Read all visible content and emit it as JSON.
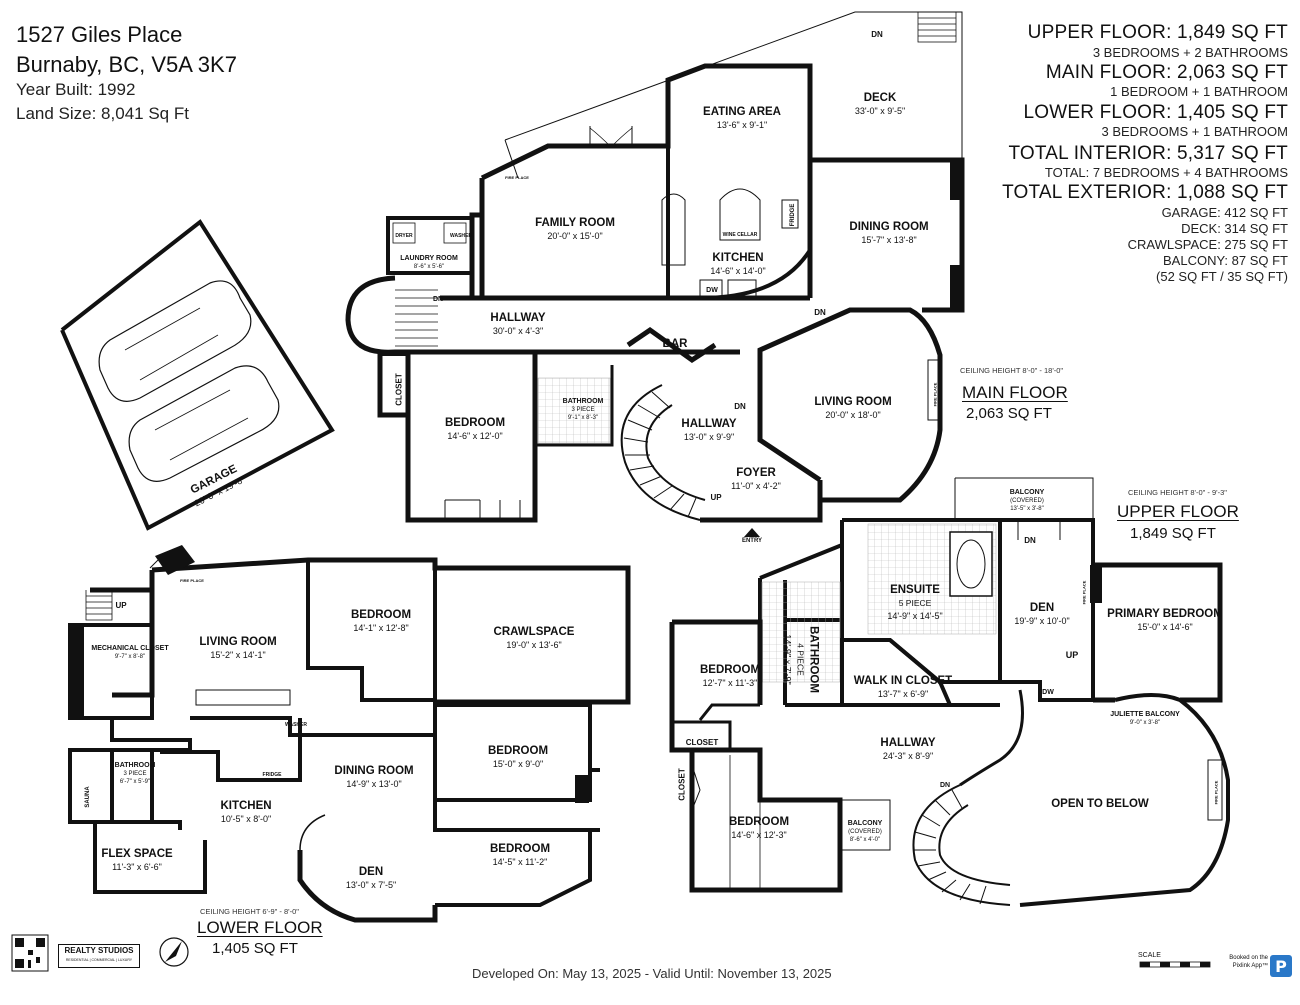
{
  "address": {
    "line1": "1527 Giles Place",
    "line2": "Burnaby, BC, V5A 3K7",
    "year_built": "Year Built: 1992",
    "land_size": "Land Size: 8,041 Sq Ft"
  },
  "summary": {
    "upper": "UPPER FLOOR: 1,849 SQ FT",
    "upper_detail": "3 BEDROOMS + 2 BATHROOMS",
    "main": "MAIN FLOOR: 2,063 SQ FT",
    "main_detail": "1 BEDROOM + 1 BATHROOM",
    "lower": "LOWER FLOOR: 1,405 SQ FT",
    "lower_detail": "3 BEDROOMS + 1 BATHROOM",
    "total_interior": "TOTAL INTERIOR: 5,317 SQ FT",
    "total_interior_detail": "TOTAL: 7 BEDROOMS + 4 BATHROOMS",
    "total_exterior": "TOTAL EXTERIOR: 1,088 SQ FT",
    "garage": "GARAGE: 412 SQ FT",
    "deck": "DECK: 314 SQ FT",
    "crawlspace": "CRAWLSPACE: 275 SQ FT",
    "balcony": "BALCONY: 87 SQ FT",
    "balcony_detail": "(52 SQ FT / 35 SQ FT)"
  },
  "floors": {
    "main": {
      "label": "MAIN FLOOR",
      "sqft": "2,063 SQ FT",
      "ceiling": "CEILING HEIGHT 8'-0\" - 18'-0\""
    },
    "upper": {
      "label": "UPPER FLOOR",
      "sqft": "1,849 SQ FT",
      "ceiling": "CEILING HEIGHT 8'-0\" - 9'-3\""
    },
    "lower": {
      "label": "LOWER FLOOR",
      "sqft": "1,405 SQ FT",
      "ceiling": "CEILING HEIGHT 6'-9\" - 8'-0\""
    }
  },
  "rooms": {
    "eating_area": {
      "name": "EATING AREA",
      "dim": "13'-6\" x 9'-1\""
    },
    "deck": {
      "name": "DECK",
      "dim": "33'-0\" x 9'-5\""
    },
    "family_room": {
      "name": "FAMILY ROOM",
      "dim": "20'-0\" x 15'-0\""
    },
    "kitchen_main": {
      "name": "KITCHEN",
      "dim": "14'-6\" x 14'-0\""
    },
    "dining_room_main": {
      "name": "DINING ROOM",
      "dim": "15'-7\" x 13'-8\""
    },
    "laundry": {
      "name": "LAUNDRY ROOM",
      "dim": "8'-6\" x 5'-6\""
    },
    "hallway_main": {
      "name": "HALLWAY",
      "dim": "30'-0\" x 4'-3\""
    },
    "bar": {
      "name": "BAR"
    },
    "bedroom_main": {
      "name": "BEDROOM",
      "dim": "14'-6\" x 12'-0\""
    },
    "bathroom_main": {
      "name": "BATHROOM",
      "sub": "3 PIECE",
      "dim": "9'-1\" x 8'-3\""
    },
    "hallway_foyer": {
      "name": "HALLWAY",
      "dim": "13'-0\" x 9'-9\""
    },
    "living_room_main": {
      "name": "LIVING ROOM",
      "dim": "20'-0\" x 18'-0\""
    },
    "foyer": {
      "name": "FOYER",
      "dim": "11'-0\" x 4'-2\""
    },
    "garage": {
      "name": "GARAGE",
      "dim": "20'-0\" x 19'-6\""
    },
    "living_room_lower": {
      "name": "LIVING ROOM",
      "dim": "15'-2\" x 14'-1\""
    },
    "bedroom_lower_1": {
      "name": "BEDROOM",
      "dim": "14'-1\" x 12'-8\""
    },
    "crawlspace": {
      "name": "CRAWLSPACE",
      "dim": "19'-0\" x 13'-6\""
    },
    "mech_closet": {
      "name": "MECHANICAL CLOSET",
      "dim": "9'-7\" x 8'-8\""
    },
    "dining_room_lower": {
      "name": "DINING ROOM",
      "dim": "14'-9\" x 13'-0\""
    },
    "bedroom_lower_2": {
      "name": "BEDROOM",
      "dim": "15'-0\" x 9'-0\""
    },
    "bathroom_lower": {
      "name": "BATHROOM",
      "sub": "3 PIECE",
      "dim": "6'-7\" x 5'-9\""
    },
    "kitchen_lower": {
      "name": "KITCHEN",
      "dim": "10'-5\" x 8'-0\""
    },
    "bedroom_lower_3": {
      "name": "BEDROOM",
      "dim": "14'-5\" x 11'-2\""
    },
    "flex_space": {
      "name": "FLEX SPACE",
      "dim": "11'-3\" x 6'-6\""
    },
    "den_lower": {
      "name": "DEN",
      "dim": "13'-0\" x 7'-5\""
    },
    "balcony_upper": {
      "name": "BALCONY",
      "sub": "(COVERED)",
      "dim": "13'-5\" x 3'-8\""
    },
    "ensuite": {
      "name": "ENSUITE",
      "sub": "5 PIECE",
      "dim": "14'-9\" x 14'-5\""
    },
    "den_upper": {
      "name": "DEN",
      "dim": "19'-9\" x 10'-0\""
    },
    "primary_bedroom": {
      "name": "PRIMARY BEDROOM",
      "dim": "15'-0\" x 14'-6\""
    },
    "bedroom_upper_1": {
      "name": "BEDROOM",
      "dim": "12'-7\" x 11'-3\""
    },
    "bathroom_upper": {
      "name": "BATHROOM",
      "sub": "4 PIECE",
      "dim": "14'-9\" x 7'-9\""
    },
    "walk_in_closet": {
      "name": "WALK IN CLOSET",
      "dim": "13'-7\" x 6'-9\""
    },
    "juliette_balcony": {
      "name": "JULIETTE BALCONY",
      "dim": "9'-0\" x 3'-8\""
    },
    "hallway_upper": {
      "name": "HALLWAY",
      "dim": "24'-3\" x 8'-9\""
    },
    "bedroom_upper_2": {
      "name": "BEDROOM",
      "dim": "14'-6\" x 12'-3\""
    },
    "balcony_small": {
      "name": "BALCONY",
      "sub": "(COVERED)",
      "dim": "8'-6\" x 4'-0\""
    },
    "open_to_below": {
      "name": "OPEN TO BELOW"
    }
  },
  "small_labels": {
    "dn": "DN",
    "up": "UP",
    "closet": "CLOSET",
    "fireplace": "FIRE PLACE",
    "dryer": "DRYER",
    "washer": "WASHER",
    "fridge": "FRIDGE",
    "wine_cellar": "WINE CELLAR",
    "dw": "DW",
    "entry": "ENTRY",
    "sauna": "SAUNA"
  },
  "footer": {
    "developed": "Developed On: May 13, 2025 - Valid Until: November 13, 2025",
    "scale": "SCALE",
    "booked": "Booked on the Pixlink App™",
    "brand": "REALTY STUDIOS",
    "brand_sub": "RESIDENTIAL | COMMERCIAL | LUXURY"
  }
}
